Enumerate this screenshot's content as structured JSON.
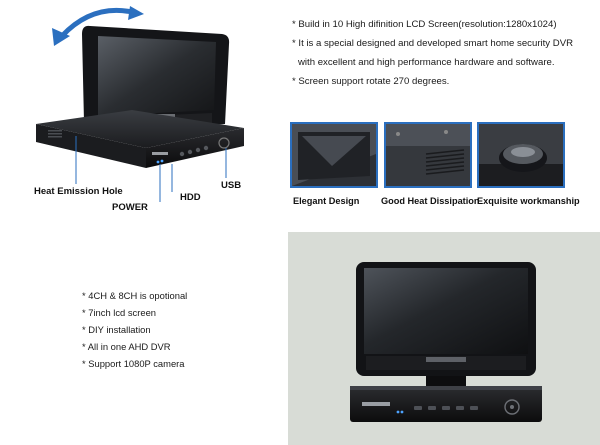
{
  "specs": [
    "* Build in 10 High difinition  LCD Screen(resolution:1280x1024)",
    "* It is a special designed and developed smart home security DVR",
    "with excellent and high performance hardware and software.",
    "* Screen support rotate 270 degrees."
  ],
  "callouts": {
    "heat": "Heat Emission Hole",
    "power": "POWER",
    "hdd": "HDD",
    "usb": "USB"
  },
  "captions": [
    "Elegant Design",
    "Good Heat Dissipation",
    "Exquisite workmanship"
  ],
  "features": [
    "* 4CH & 8CH is opotional",
    "* 7inch lcd screen",
    "* DIY installation",
    "* All in one AHD DVR",
    "* Support 1080P camera"
  ],
  "colors": {
    "accent": "#2b6fbf",
    "panel_bg": "#d8dcd6"
  }
}
